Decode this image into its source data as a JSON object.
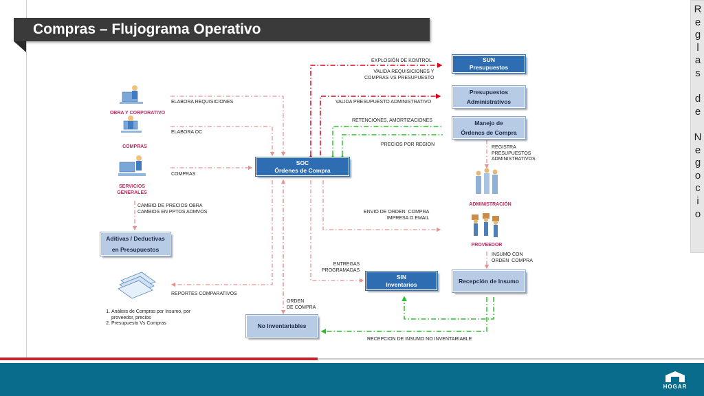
{
  "title": "Compras – Flujograma Operativo",
  "side_tab": "R\ne\ng\nl\na\ns\n\nd\ne\n\nN\ne\ng\no\nc\ni\no",
  "footer": {
    "logo_text": "HOGAR"
  },
  "actors": {
    "obra": "OBRA Y CORPORATIVO",
    "compras": "COMPRAS",
    "servicios": "SERVICIOS\nGENERALES",
    "administracion": "ADMINISTRACIÓN",
    "proveedor": "PROVEEDOR"
  },
  "boxes": {
    "soc": "SOC\nÓrdenes de Compra",
    "sun": "SUN\nPresupuestos",
    "presupuestos_admin": "Presupuestos\nAdministrativos",
    "manejo_oc": "Manejo de\nÓrdenes de Compra",
    "aditivas": "Aditivas / Deductivas\nen Presupuestos",
    "sin": "SIN\nInventarios",
    "recepcion": "Recepción de Insumo",
    "no_inventariables": "No Inventariables"
  },
  "labels": {
    "elabora_req": "ELABORA REQUISICIONES",
    "elabora_oc": "ELABORA OC",
    "compras": "COMPRAS",
    "cambio_precios": "CAMBIO DE PRECIOS OBRA\nCAMBIOS EN PPTOS ADMVOS",
    "reportes": "REPORTES COMPARATIVOS",
    "orden_compra": "ORDEN\nDE COMPRA",
    "entregas": "ENTREGAS\nPROGRAMADAS",
    "explosion": "EXPLOSIÓN DE KONTROL",
    "valida_req": "VALIDA REQUISICIONES Y\nCOMPRAS VS PRESUPUESTO",
    "valida_ppto": "VALIDA PRESUPUESTO ADMINISTRATIVO",
    "retenciones": "RETENCIONES, AMORTIZACIONES",
    "precios_region": "PRECIOS POR REGION",
    "registra": "REGISTRA\nPRESUPUESTOS\nADMINISTRATIVOS",
    "envio_oc": "ENVIO DE ORDEN  COMPRA\nIMPRESA O EMAIL",
    "insumo_orden": "INSUMO CON\nORDEN  COMPRA",
    "recepcion_no_inv": "RECEPCION DE INSUMO NO INVENTARIABLE"
  },
  "notes": [
    "Análisis de Compras por Insumo, por proveedor, precios",
    "Presupuesto Vs Compras"
  ],
  "colors": {
    "flow_red": "#e0001b",
    "flow_pink": "#e8918f",
    "flow_green": "#2bbf2b",
    "box_dark": "#2f6db3",
    "box_light": "#b8cbe4",
    "actor_text": "#c0275f",
    "footer": "#0a6c8d"
  }
}
